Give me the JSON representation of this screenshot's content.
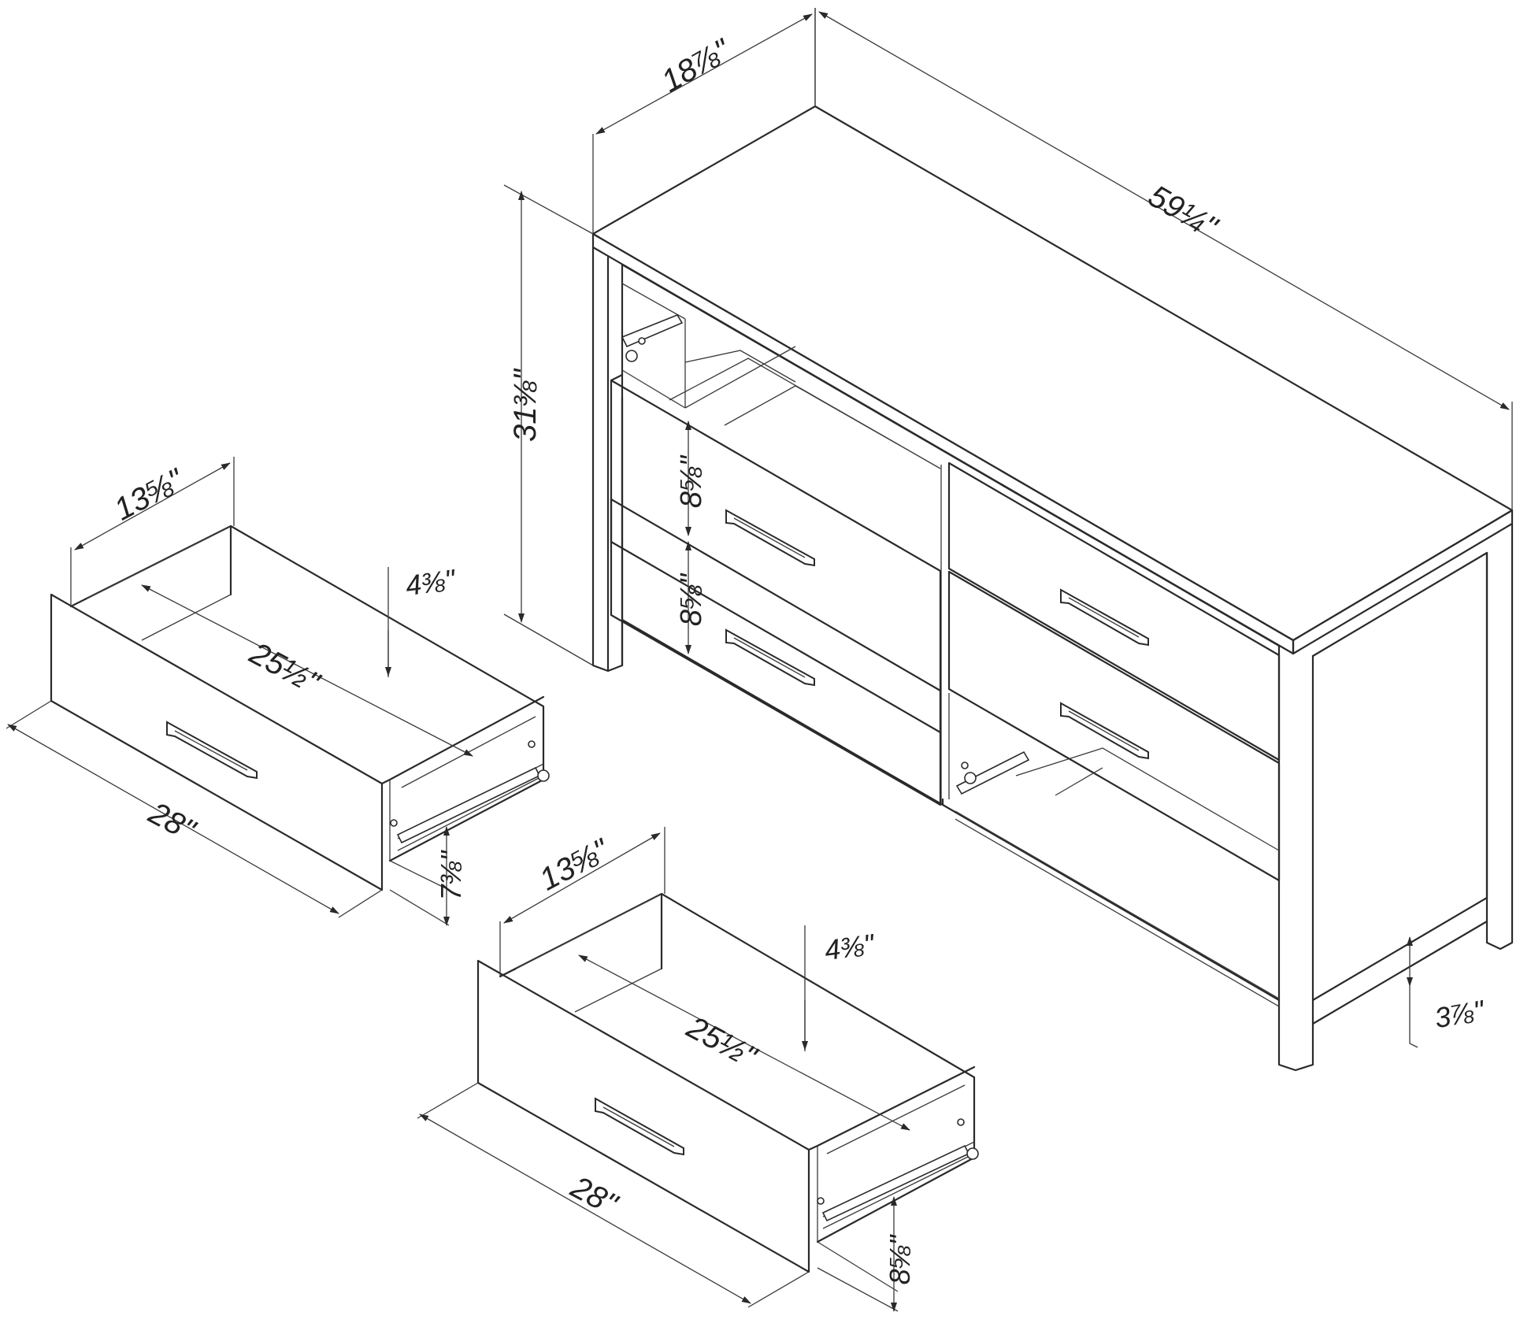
{
  "dimensions": {
    "dresser_depth": "18⅞\"",
    "dresser_width": "59¼\"",
    "dresser_height": "31⅜\"",
    "top_drawer_height": "8⅝\"",
    "second_drawer_height": "8⅝\"",
    "leg_clearance": "3⅞\"",
    "drawer1_width": "13⅝\"",
    "drawer1_interior_length": "25½\"",
    "drawer1_interior_depth": "4⅜\"",
    "drawer1_overall_length": "28\"",
    "drawer1_height": "7⅜\"",
    "drawer2_width": "13⅝\"",
    "drawer2_interior_length": "25½\"",
    "drawer2_interior_depth": "4⅜\"",
    "drawer2_overall_length": "28\"",
    "drawer2_height": "8⅝\""
  },
  "colors": {
    "line": "#2a2a2a",
    "background": "#ffffff"
  }
}
